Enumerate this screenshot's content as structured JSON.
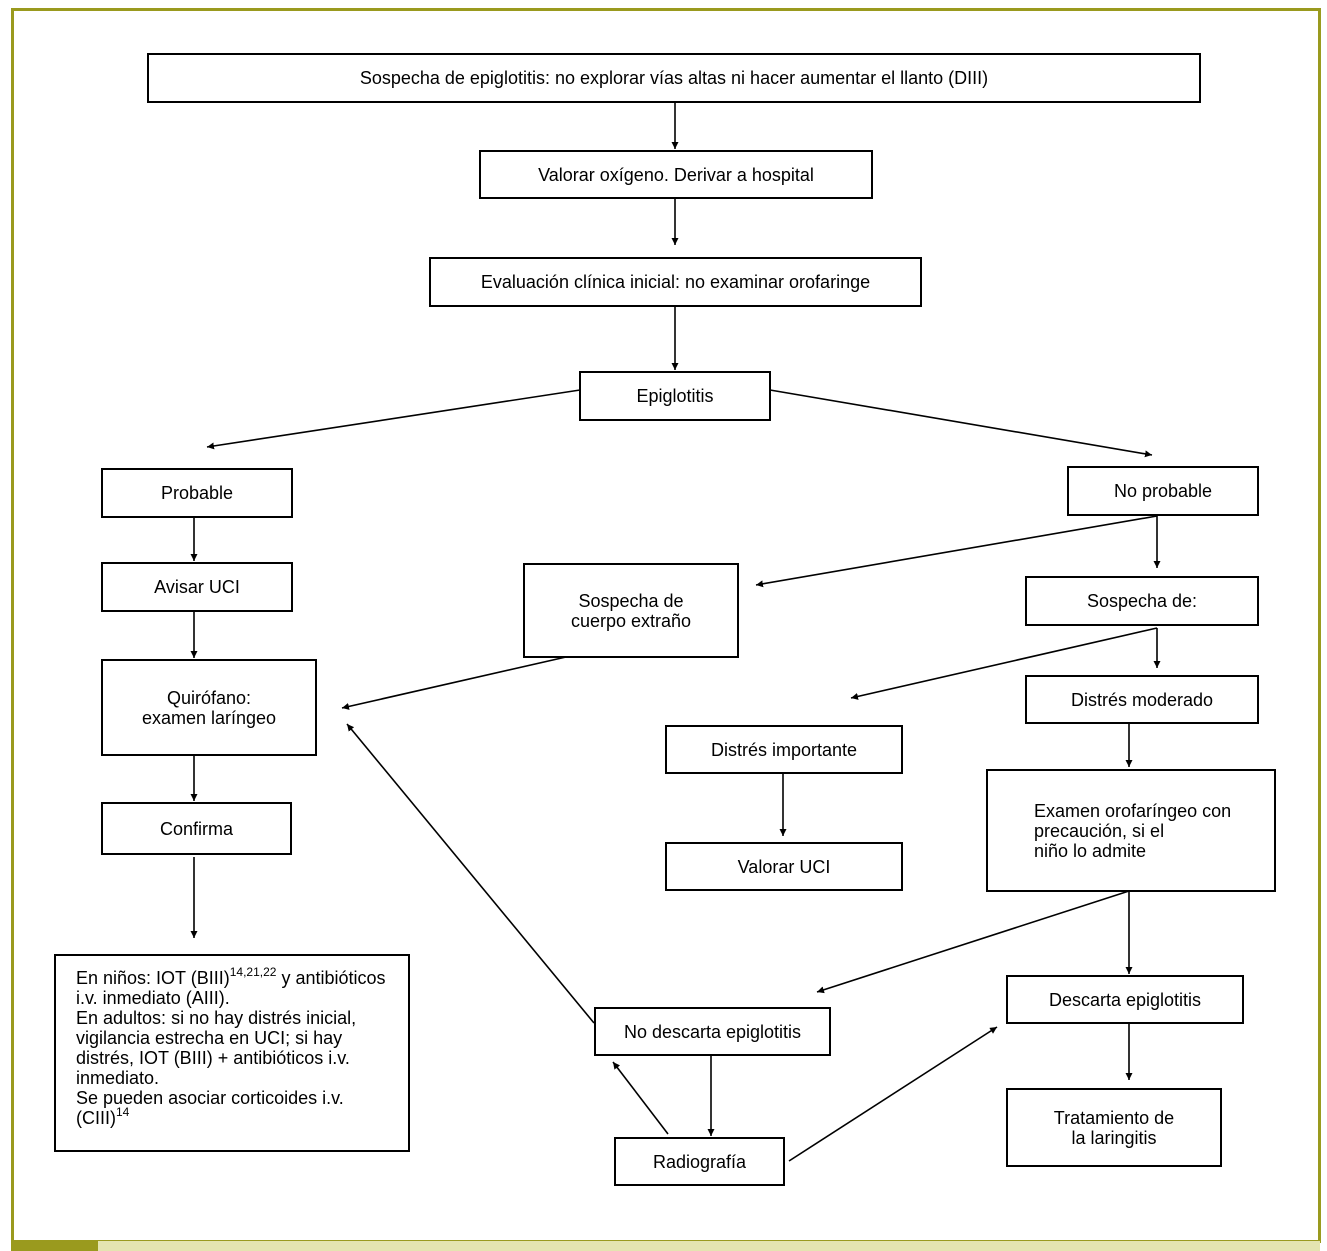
{
  "colors": {
    "frame": "#9a9a1e",
    "bar_light": "#e4e4b0",
    "ink": "#000000"
  },
  "nodes": {
    "sospecha": "Sospecha de epiglotitis: no explorar vías altas ni hacer aumentar el llanto (DIII)",
    "valorar_oxigeno": "Valorar oxígeno. Derivar a hospital",
    "evaluacion": "Evaluación clínica inicial: no examinar orofaringe",
    "epiglotitis": "Epiglotitis",
    "probable": "Probable",
    "no_probable": "No probable",
    "avisar_uci": "Avisar UCI",
    "quirofano": "Quirófano:\nexamen laríngeo",
    "confirma": "Confirma",
    "cuerpo_extrano": "Sospecha de\ncuerpo extraño",
    "sospecha_de": "Sospecha de:",
    "distres_moderado": "Distrés moderado",
    "distres_importante": "Distrés importante",
    "valorar_uci": "Valorar UCI",
    "examen_orofaringeo": "Examen orofaríngeo con\nprecaución, si el\nniño lo admite",
    "descarta": "Descarta epiglotitis",
    "no_descarta": "No descarta epiglotitis",
    "radiografia": "Radiografía",
    "tratamiento": "Tratamiento de\nla laringitis",
    "tratamiento_final": {
      "a": "En niños: IOT (BIII)",
      "sup1": "14,21,22",
      "b": " y antibióticos\ni.v. inmediato (AIII).\nEn adultos: si no hay distrés inicial,\nvigilancia estrecha en UCI; si hay\ndistrés, IOT (BIII) + antibióticos i.v.\ninmediato.\nSe pueden asociar corticoides i.v.\n(CIII)",
      "sup2": "14"
    }
  }
}
